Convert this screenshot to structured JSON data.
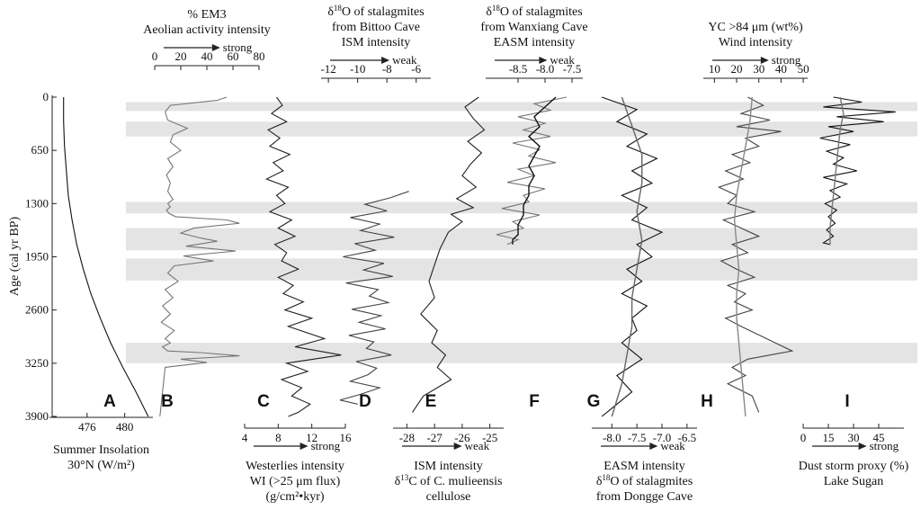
{
  "figure": {
    "y_axis_label": "Age (cal yr BP)",
    "y_ticks": [
      "0",
      "650",
      "1300",
      "1950",
      "2600",
      "3250",
      "3900"
    ],
    "shaded_bands": [
      [
        60,
        170
      ],
      [
        300,
        480
      ],
      [
        1280,
        1420
      ],
      [
        1600,
        1870
      ],
      [
        1970,
        2240
      ],
      [
        3000,
        3250
      ]
    ]
  },
  "chart_data": [
    {
      "type": "line",
      "panel": "A",
      "xlabel_lines": [
        "Summer Insolation",
        "30°N (W/m²)"
      ],
      "xticks": [
        "476",
        "480"
      ],
      "xlim": [
        472,
        483
      ],
      "axis_position": "bottom",
      "series": [
        {
          "x": [
            473.5,
            473.5,
            473.6,
            473.8,
            474.0,
            474.4,
            474.9,
            475.6,
            476.4,
            477.4,
            478.5,
            479.8,
            481.2,
            482.5
          ],
          "y": [
            0,
            300,
            600,
            900,
            1200,
            1500,
            1800,
            2100,
            2400,
            2700,
            3000,
            3300,
            3600,
            3900
          ]
        }
      ]
    },
    {
      "type": "line",
      "panel": "B",
      "title_lines": [
        "% EM3",
        "Aeolian activity intensity"
      ],
      "xticks": [
        "0",
        "20",
        "40",
        "60",
        "80"
      ],
      "xlim": [
        0,
        80
      ],
      "axis_position": "top",
      "direction": "strong",
      "series": [
        {
          "x": [
            55,
            48,
            12,
            8,
            10,
            25,
            14,
            12,
            20,
            10,
            14,
            9,
            12,
            10,
            14,
            10,
            12,
            9,
            11,
            16,
            55,
            65,
            30,
            20,
            35,
            48,
            24,
            62,
            22,
            45,
            15,
            10,
            18,
            8,
            14,
            6,
            12,
            5,
            15,
            8,
            12,
            6,
            10,
            35,
            65,
            20,
            40,
            8,
            4
          ],
          "y": [
            0,
            40,
            100,
            180,
            280,
            380,
            460,
            550,
            650,
            750,
            850,
            950,
            1050,
            1150,
            1250,
            1300,
            1340,
            1380,
            1420,
            1460,
            1500,
            1540,
            1600,
            1660,
            1720,
            1760,
            1820,
            1880,
            1940,
            2000,
            2060,
            2150,
            2250,
            2350,
            2450,
            2550,
            2650,
            2750,
            2850,
            2950,
            3000,
            3050,
            3100,
            3120,
            3160,
            3200,
            3240,
            3300,
            3900
          ]
        }
      ]
    },
    {
      "type": "line",
      "panel": "C",
      "xlabel_lines": [
        "Westerlies intensity",
        "WI (>25 μm flux)",
        "(g/cm²•kyr)"
      ],
      "xticks": [
        "4",
        "8",
        "12",
        "16"
      ],
      "xlim": [
        4,
        16
      ],
      "axis_position": "bottom",
      "direction": "strong",
      "series": [
        {
          "x": [
            7.8,
            8.5,
            7.2,
            9.0,
            6.8,
            8.2,
            7.0,
            9.4,
            7.4,
            8.6,
            6.6,
            9.2,
            7.8,
            8.8,
            7.0,
            9.6,
            8.0,
            10.0,
            7.6,
            9.0,
            8.4,
            10.4,
            8.0,
            9.8,
            8.6,
            11.0,
            8.8,
            12.0,
            9.2,
            13.5,
            10.0,
            15.5,
            9.0,
            11.5,
            8.4,
            10.8,
            9.6,
            11.8,
            10.4,
            9.2
          ],
          "y": [
            0,
            100,
            200,
            300,
            400,
            500,
            600,
            700,
            800,
            900,
            1000,
            1100,
            1200,
            1300,
            1400,
            1500,
            1600,
            1700,
            1800,
            1900,
            2000,
            2100,
            2200,
            2300,
            2400,
            2500,
            2600,
            2700,
            2800,
            2950,
            3050,
            3150,
            3250,
            3350,
            3450,
            3550,
            3650,
            3750,
            3850,
            3900
          ]
        }
      ]
    },
    {
      "type": "line",
      "panel": "D",
      "title_lines": [
        "δ18O of stalagmites",
        "from Bittoo Cave",
        "ISM intensity"
      ],
      "xticks": [
        "-12",
        "-10",
        "-8",
        "-6"
      ],
      "xlim": [
        -12.5,
        -5
      ],
      "axis_position": "top",
      "direction": "weak",
      "series": [
        {
          "x": [
            -6.5,
            -7.8,
            -9.5,
            -8.0,
            -10.5,
            -8.5,
            -9.8,
            -7.5,
            -10.2,
            -8.8,
            -11.0,
            -8.2,
            -9.6,
            -7.6,
            -10.8,
            -8.6,
            -9.2,
            -7.9,
            -10.4,
            -8.4,
            -9.9,
            -8.1,
            -10.6,
            -8.9,
            -9.4,
            -7.7,
            -10.1,
            -8.7,
            -9.3,
            -10.5,
            -8.5,
            -9.8,
            -11.2,
            -10.0
          ],
          "y": [
            1150,
            1230,
            1310,
            1390,
            1470,
            1550,
            1630,
            1710,
            1790,
            1870,
            1950,
            2030,
            2110,
            2190,
            2270,
            2350,
            2430,
            2510,
            2590,
            2670,
            2750,
            2830,
            2910,
            2990,
            3070,
            3150,
            3230,
            3310,
            3390,
            3470,
            3550,
            3630,
            3700,
            3750
          ]
        }
      ]
    },
    {
      "type": "line",
      "panel": "E",
      "xlabel_lines": [
        "ISM intensity",
        "δ13C of C. mulieensis",
        "cellulose"
      ],
      "xticks": [
        "-28",
        "-27",
        "-26",
        "-25"
      ],
      "xlim": [
        -28.5,
        -24.5
      ],
      "axis_position": "bottom",
      "direction": "weak",
      "series": [
        {
          "x": [
            -25.4,
            -25.9,
            -25.6,
            -25.2,
            -25.8,
            -25.3,
            -25.7,
            -26.0,
            -25.5,
            -26.2,
            -25.6,
            -26.4,
            -26.0,
            -26.5,
            -26.8,
            -27.0,
            -27.2,
            -27.0,
            -27.5,
            -27.2,
            -26.9,
            -27.1,
            -26.6,
            -26.9,
            -26.4,
            -27.4,
            -27.8
          ],
          "y": [
            0,
            120,
            260,
            400,
            540,
            680,
            820,
            960,
            1100,
            1240,
            1350,
            1430,
            1520,
            1650,
            1850,
            2050,
            2250,
            2450,
            2650,
            2750,
            2850,
            3000,
            3150,
            3300,
            3450,
            3650,
            3850
          ]
        }
      ]
    },
    {
      "type": "line",
      "panel": "F",
      "title_lines": [
        "δ18O of stalagmites",
        "from Wanxiang Cave",
        "EASM intensity"
      ],
      "xticks": [
        "-8.5",
        "-8.0",
        "-7.5"
      ],
      "xlim": [
        -9.1,
        -7.3
      ],
      "axis_position": "top",
      "direction": "weak",
      "series": [
        {
          "name": "",
          "x": [
            -7.6,
            -8.2,
            -7.9,
            -8.5,
            -8.0,
            -8.4,
            -7.9,
            -8.6,
            -8.1,
            -8.3,
            -7.8,
            -8.5,
            -8.2,
            -8.7,
            -8.0,
            -8.4,
            -8.3,
            -8.8,
            -8.1,
            -8.6,
            -8.4,
            -8.9,
            -8.5,
            -8.7
          ],
          "y": [
            0,
            80,
            160,
            240,
            320,
            400,
            480,
            560,
            640,
            720,
            800,
            880,
            960,
            1040,
            1120,
            1200,
            1280,
            1360,
            1440,
            1520,
            1600,
            1680,
            1740,
            1800
          ]
        },
        {
          "name": "",
          "x": [
            -7.8,
            -8.0,
            -8.2,
            -8.1,
            -8.3,
            -8.1,
            -8.2,
            -8.3,
            -8.2,
            -8.3,
            -8.3,
            -8.4,
            -8.4,
            -8.5,
            -8.5,
            -8.6,
            -8.6
          ],
          "y": [
            0,
            120,
            240,
            360,
            480,
            600,
            720,
            840,
            960,
            1080,
            1200,
            1320,
            1440,
            1560,
            1680,
            1740,
            1800
          ]
        }
      ]
    },
    {
      "type": "line",
      "panel": "G",
      "xlabel_lines": [
        "EASM intensity",
        "δ18O of stalagmites",
        "from Dongge Cave"
      ],
      "xticks": [
        "-8.0",
        "-7.5",
        "-7.0",
        "-6.5"
      ],
      "xlim": [
        -8.4,
        -6.3
      ],
      "axis_position": "bottom",
      "direction": "weak",
      "series": [
        {
          "name": "",
          "x": [
            -8.2,
            -7.5,
            -7.9,
            -7.3,
            -7.7,
            -7.1,
            -7.6,
            -7.2,
            -7.8,
            -7.3,
            -7.6,
            -7.0,
            -7.5,
            -7.2,
            -7.7,
            -7.4,
            -7.8,
            -7.3,
            -7.6,
            -7.5,
            -7.8,
            -7.4,
            -7.9,
            -7.6,
            -8.0,
            -8.2
          ],
          "y": [
            0,
            150,
            300,
            450,
            600,
            750,
            900,
            1050,
            1200,
            1350,
            1500,
            1650,
            1800,
            1950,
            2100,
            2250,
            2400,
            2550,
            2700,
            2850,
            3000,
            3200,
            3400,
            3600,
            3800,
            3900
          ]
        },
        {
          "name": "",
          "x": [
            -7.8,
            -7.6,
            -7.4,
            -7.4,
            -7.5,
            -7.4,
            -7.5,
            -7.6,
            -7.6,
            -7.7,
            -7.8,
            -8.0
          ],
          "y": [
            0,
            350,
            700,
            1050,
            1400,
            1750,
            2100,
            2450,
            2800,
            3150,
            3500,
            3900
          ]
        }
      ]
    },
    {
      "type": "line",
      "panel": "H",
      "title_lines": [
        "YC >84 μm (wt%)",
        "Wind intensity"
      ],
      "xticks": [
        "10",
        "20",
        "30",
        "40",
        "50"
      ],
      "xlim": [
        5,
        52
      ],
      "axis_position": "top",
      "direction": "strong",
      "series": [
        {
          "name": "",
          "x": [
            25,
            32,
            22,
            35,
            20,
            40,
            24,
            30,
            18,
            26,
            15,
            23,
            12,
            20,
            16,
            28,
            14,
            22,
            30,
            18,
            25,
            13,
            20,
            28,
            16,
            24,
            19,
            27,
            15,
            22,
            45,
            25,
            18,
            24,
            16,
            27,
            30
          ],
          "y": [
            0,
            100,
            200,
            280,
            360,
            420,
            500,
            600,
            700,
            800,
            900,
            1000,
            1100,
            1200,
            1300,
            1400,
            1500,
            1600,
            1700,
            1800,
            1900,
            2000,
            2100,
            2200,
            2300,
            2400,
            2500,
            2600,
            2700,
            2800,
            3100,
            3200,
            3300,
            3400,
            3500,
            3650,
            3850
          ]
        },
        {
          "name": "",
          "x": [
            27,
            26,
            24,
            22,
            20,
            19,
            20,
            21,
            20,
            20,
            21,
            22,
            23,
            24
          ],
          "y": [
            0,
            300,
            600,
            900,
            1200,
            1500,
            1800,
            2100,
            2400,
            2700,
            3000,
            3300,
            3600,
            3900
          ]
        }
      ]
    },
    {
      "type": "line",
      "panel": "I",
      "xlabel_lines": [
        "Dust storm proxy  (%)",
        "Lake Sugan"
      ],
      "xticks": [
        "0",
        "15",
        "30",
        "45"
      ],
      "xlim": [
        0,
        60
      ],
      "axis_position": "bottom",
      "direction": "strong",
      "series": [
        {
          "name": "",
          "x": [
            18,
            35,
            12,
            55,
            20,
            48,
            15,
            30,
            10,
            28,
            14,
            24,
            18,
            32,
            12,
            26,
            16,
            22,
            13,
            20,
            15,
            19,
            14,
            18,
            12,
            16
          ],
          "y": [
            0,
            60,
            120,
            180,
            240,
            300,
            360,
            420,
            500,
            580,
            660,
            740,
            820,
            900,
            980,
            1060,
            1140,
            1220,
            1300,
            1380,
            1460,
            1540,
            1620,
            1700,
            1780,
            1800
          ]
        },
        {
          "name": "",
          "x": [
            22,
            24,
            22,
            21,
            20,
            19,
            18,
            17,
            16,
            16
          ],
          "y": [
            0,
            200,
            400,
            600,
            800,
            1000,
            1200,
            1400,
            1600,
            1800
          ]
        }
      ]
    }
  ]
}
